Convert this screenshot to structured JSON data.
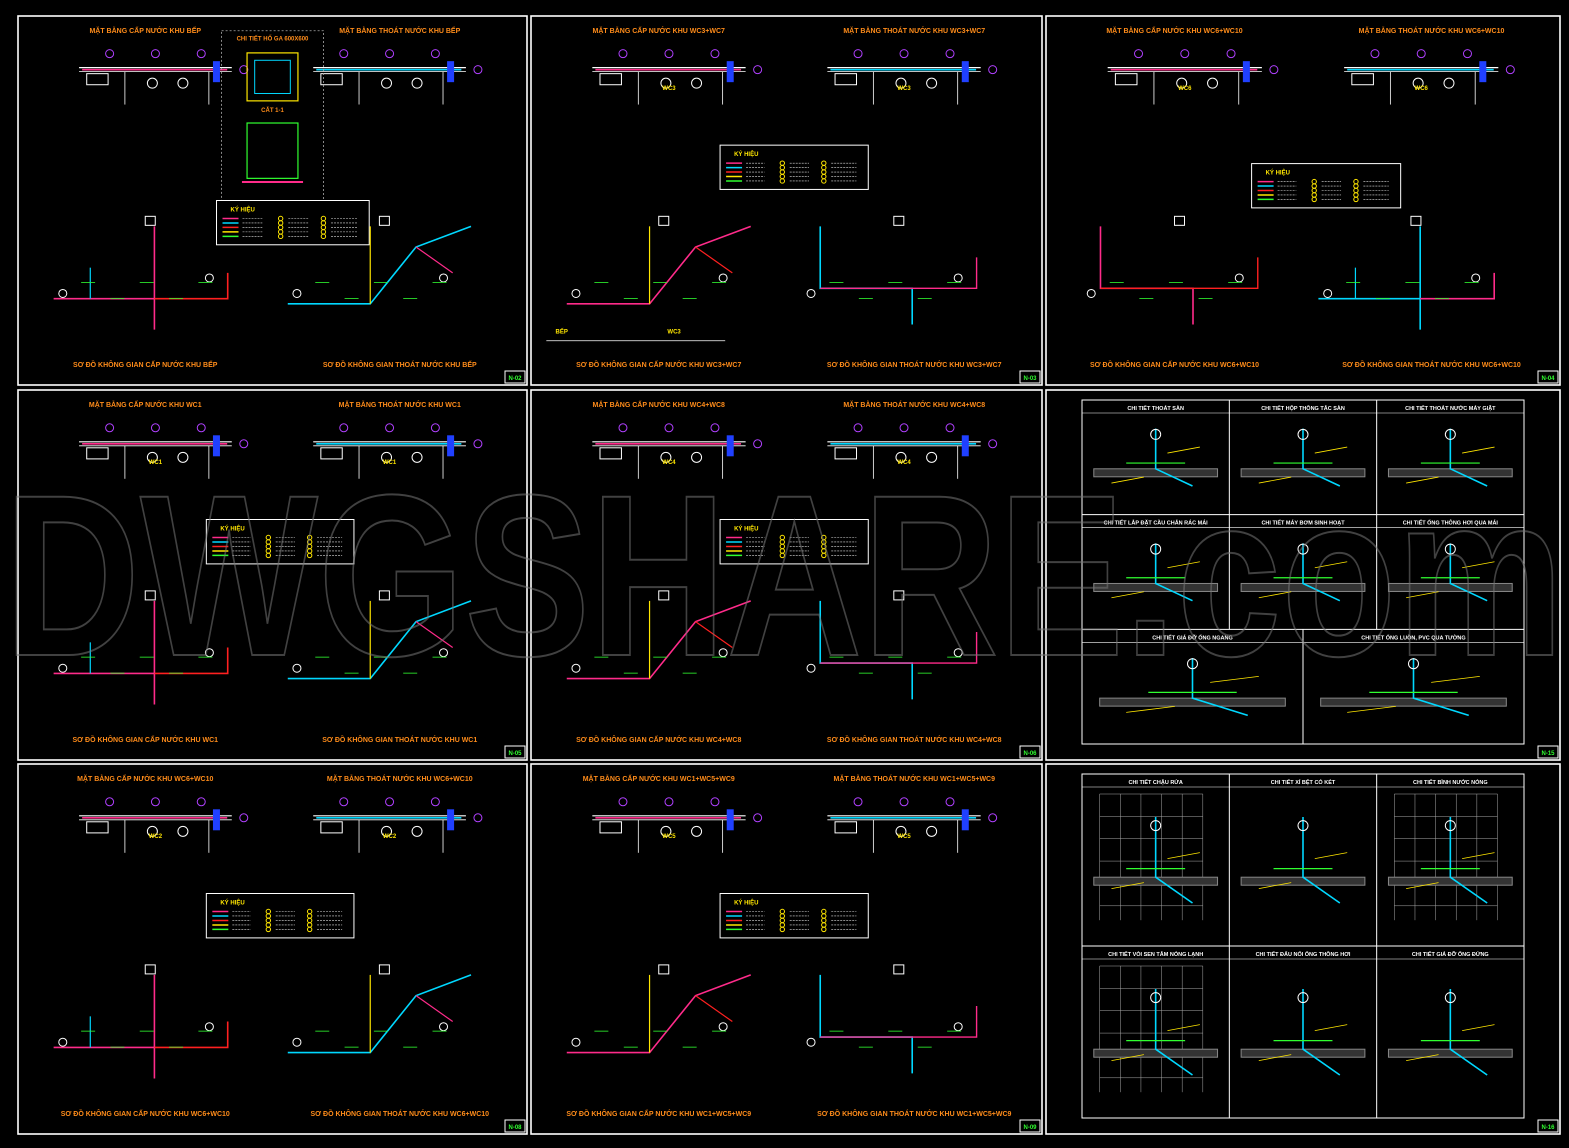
{
  "watermark": "DWGSHARE.com",
  "colors": {
    "title": "#ff8c1a",
    "pipe_supply": "#ff2b8a",
    "pipe_drain": "#00d8ff",
    "pipe_hot": "#ff2020",
    "wall": "#ffffff",
    "yellow": "#ffe600",
    "green": "#30ff30",
    "blue": "#2040ff",
    "legend_border": "#ffffff"
  },
  "sheets": [
    {
      "id": "s1",
      "kind": "plumbing",
      "variant": "kitchen",
      "top_left": "MẶT BẰNG CẤP NƯỚC KHU BẾP",
      "top_center": "CHI TIẾT HỐ GA 600X600",
      "top_right": "MẶT BẰNG THOÁT NƯỚC KHU BẾP",
      "bottom_left": "SƠ ĐỒ KHÔNG GIAN CẤP NƯỚC KHU BẾP",
      "bottom_right": "SƠ ĐỒ KHÔNG GIAN THOÁT NƯỚC KHU BẾP",
      "section_label": "CẮT 1-1",
      "legend_title": "KÝ HIỆU",
      "sheet_no": "N-02"
    },
    {
      "id": "s2",
      "kind": "plumbing",
      "variant": "wc",
      "top_left": "MẶT BẰNG CẤP NƯỚC KHU WC3+WC7",
      "top_center": "",
      "top_right": "MẶT BẰNG THOÁT NƯỚC KHU WC3+WC7",
      "bottom_left": "SƠ ĐỒ KHÔNG GIAN CẤP NƯỚC KHU WC3+WC7",
      "bottom_right": "SƠ ĐỒ KHÔNG GIAN THOÁT NƯỚC KHU WC3+WC7",
      "room_label": "WC3",
      "dim_a": "BẾP",
      "dim_b": "WC3",
      "legend_title": "KÝ HIỆU",
      "sheet_no": "N-03"
    },
    {
      "id": "s3",
      "kind": "plumbing",
      "variant": "wc",
      "top_left": "MẶT BẰNG CẤP NƯỚC KHU WC6+WC10",
      "top_center": "",
      "top_right": "MẶT BẰNG THOÁT NƯỚC KHU WC6+WC10",
      "bottom_left": "SƠ ĐỒ KHÔNG GIAN CẤP NƯỚC KHU WC6+WC10",
      "bottom_right": "SƠ ĐỒ KHÔNG GIAN THOÁT NƯỚC KHU WC6+WC10",
      "room_label": "WC6",
      "legend_title": "KÝ HIỆU",
      "sheet_no": "N-04"
    },
    {
      "id": "s4",
      "kind": "plumbing",
      "variant": "wc",
      "top_left": "MẶT BẰNG CẤP NƯỚC KHU WC1",
      "top_center": "",
      "top_right": "MẶT BẰNG THOÁT NƯỚC KHU WC1",
      "bottom_left": "SƠ ĐỒ KHÔNG GIAN CẤP NƯỚC KHU WC1",
      "bottom_right": "SƠ ĐỒ KHÔNG GIAN THOÁT NƯỚC KHU WC1",
      "room_label": "WC1",
      "legend_title": "KÝ HIỆU",
      "sheet_no": "N-05"
    },
    {
      "id": "s5",
      "kind": "plumbing",
      "variant": "wc",
      "top_left": "MẶT BẰNG CẤP NƯỚC KHU WC4+WC8",
      "top_center": "",
      "top_right": "MẶT BẰNG THOÁT NƯỚC KHU WC4+WC8",
      "bottom_left": "SƠ ĐỒ KHÔNG GIAN CẤP NƯỚC KHU WC4+WC8",
      "bottom_right": "SƠ ĐỒ KHÔNG GIAN THOÁT NƯỚC KHU WC4+WC8",
      "room_label": "WC4",
      "legend_title": "KÝ HIỆU",
      "sheet_no": "N-06"
    },
    {
      "id": "s6",
      "kind": "details",
      "sheet_no": "N-15",
      "cells": [
        "CHI TIẾT THOÁT SÀN",
        "CHI TIẾT HỘP THÔNG TẮC SÀN",
        "CHI TIẾT THOÁT NƯỚC MÁY GIẶT",
        "CHI TIẾT LẮP ĐẶT CẦU CHẮN RÁC MÁI",
        "CHI TIẾT MÁY BƠM SINH HOẠT",
        "CHI TIẾT ỐNG THÔNG HƠI QUA MÁI",
        "CHI TIẾT GIÁ ĐỠ ỐNG NGANG",
        "CHI TIẾT ỐNG LUỒN, PVC QUA TƯỜNG"
      ]
    },
    {
      "id": "s7",
      "kind": "plumbing",
      "variant": "wc",
      "top_left": "MẶT BẰNG CẤP NƯỚC KHU WC6+WC10",
      "top_center": "",
      "top_right": "MẶT BẰNG THOÁT NƯỚC KHU WC6+WC10",
      "bottom_left": "SƠ ĐỒ KHÔNG GIAN CẤP NƯỚC KHU WC6+WC10",
      "bottom_right": "SƠ ĐỒ KHÔNG GIAN THOÁT NƯỚC KHU WC6+WC10",
      "room_label": "WC2",
      "legend_title": "KÝ HIỆU",
      "sheet_no": "N-08"
    },
    {
      "id": "s8",
      "kind": "plumbing",
      "variant": "wc",
      "top_left": "MẶT BẰNG CẤP NƯỚC KHU WC1+WC5+WC9",
      "top_center": "",
      "top_right": "MẶT BẰNG THOÁT NƯỚC KHU WC1+WC5+WC9",
      "bottom_left": "SƠ ĐỒ KHÔNG GIAN CẤP NƯỚC KHU WC1+WC5+WC9",
      "bottom_right": "SƠ ĐỒ KHÔNG GIAN THOÁT NƯỚC KHU WC1+WC5+WC9",
      "room_label": "WC5",
      "legend_title": "KÝ HIỆU",
      "sheet_no": "N-09"
    },
    {
      "id": "s9",
      "kind": "details",
      "sheet_no": "N-16",
      "cells": [
        "CHI TIẾT CHẬU RỬA",
        "CHI TIẾT XÍ BỆT CÓ KÉT",
        "CHI TIẾT BÌNH NƯỚC NÓNG",
        "CHI TIẾT VÒI SEN TẮM NÓNG LẠNH",
        "CHI TIẾT ĐẤU NỐI ỐNG THÔNG HƠI",
        "CHI TIẾT GIÁ ĐỠ ỐNG ĐỨNG"
      ]
    }
  ]
}
